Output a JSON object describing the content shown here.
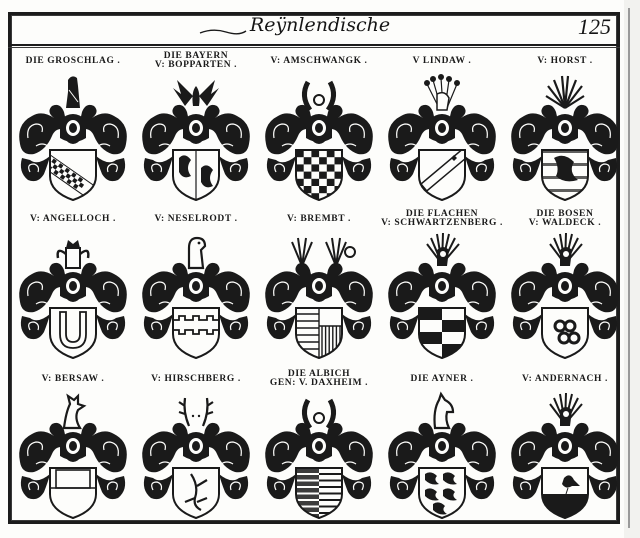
{
  "page": {
    "running_title": "Reÿnlendische",
    "page_number": "125"
  },
  "rows": [
    {
      "cells": [
        {
          "label_line1": "DIE GROSCHLAG .",
          "label_line2": "",
          "charge": "bend-checky",
          "crest": "figure"
        },
        {
          "label_line1": "DIE BAYERN",
          "label_line2": "V: BOPPARTEN .",
          "charge": "per-pale-lion",
          "crest": "eagle"
        },
        {
          "label_line1": "V: AMSCHWANGK .",
          "label_line2": "",
          "charge": "checky",
          "crest": "horns"
        },
        {
          "label_line1": "V LINDAW .",
          "label_line2": "",
          "charge": "bend-plain",
          "crest": "flowers"
        },
        {
          "label_line1": "V: HORST .",
          "label_line2": "",
          "charge": "barry-lion",
          "crest": "plumes"
        }
      ]
    },
    {
      "cells": [
        {
          "label_line1": "V: ANGELLOCH .",
          "label_line2": "",
          "charge": "horseshoe",
          "crest": "crowned-bust"
        },
        {
          "label_line1": "V: NESELRODT .",
          "label_line2": "",
          "charge": "embattled",
          "crest": "bear"
        },
        {
          "label_line1": "V: BREMBT .",
          "label_line2": "",
          "charge": "per-pale-bars",
          "crest": "double-plume"
        },
        {
          "label_line1": "DIE FLACHEN",
          "label_line2": "V: SCHWARTZENBERG .",
          "charge": "quarterly",
          "crest": "plume-head"
        },
        {
          "label_line1": "DIE BOSEN",
          "label_line2": "V: WALDECK .",
          "charge": "rings",
          "crest": "plume-head"
        }
      ]
    },
    {
      "cells": [
        {
          "label_line1": "V: BERSAW .",
          "label_line2": "",
          "charge": "per-fess",
          "crest": "dog"
        },
        {
          "label_line1": "V: HIRSCHBERG .",
          "label_line2": "",
          "charge": "branch",
          "crest": "antlers"
        },
        {
          "label_line1": "DIE ALBICH",
          "label_line2": "GEN: V. DAXHEIM .",
          "charge": "barry-per-pale",
          "crest": "horns"
        },
        {
          "label_line1": "DIE AYNER .",
          "label_line2": "",
          "charge": "lions",
          "crest": "horse-head"
        },
        {
          "label_line1": "V: ANDERNACH .",
          "label_line2": "",
          "charge": "bird-dark-base",
          "crest": "plume-head"
        }
      ]
    }
  ],
  "colors": {
    "ink": "#1a1a1a",
    "paper": "#fdfdfb"
  }
}
